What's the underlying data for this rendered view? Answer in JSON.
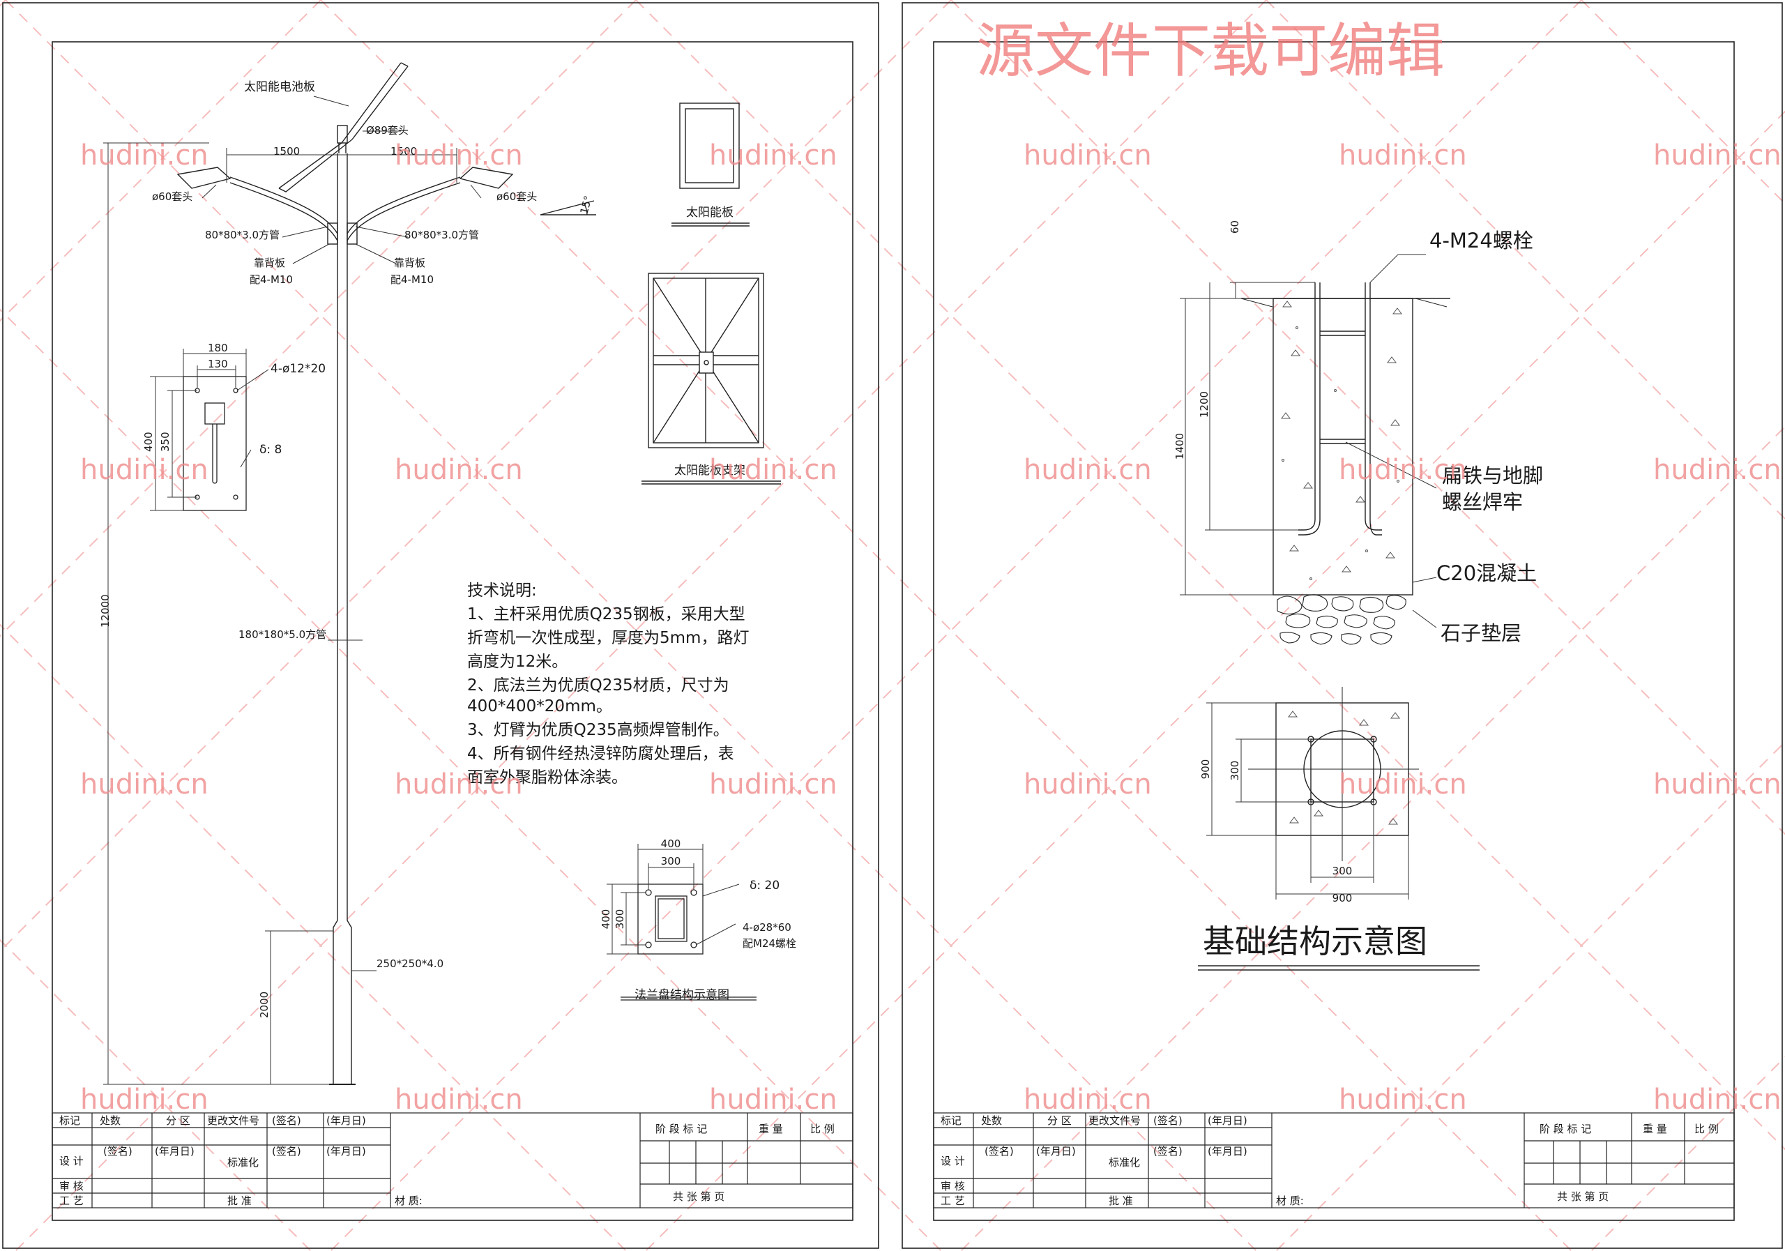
{
  "watermark": {
    "header": "源文件下载可编辑",
    "site": "hudini.cn"
  },
  "left_sheet": {
    "pole": {
      "label_solar_panel": "太阳能电池板",
      "label_top_sleeve": "Ø89套头",
      "dim_arm_left": "1500",
      "dim_arm_right": "1500",
      "label_lamp_sleeve_left": "ø60套头",
      "label_lamp_sleeve_right": "ø60套头",
      "angle": "15°",
      "label_arm_tube_left": "80*80*3.0方管",
      "label_arm_tube_right": "80*80*3.0方管",
      "label_backplate_left": "靠背板",
      "label_bolts_left": "配4-M10",
      "label_backplate_right": "靠背板",
      "label_bolts_right": "配4-M10",
      "dim_total_height": "12000",
      "label_main_tube": "180*180*5.0方管",
      "label_base_tube": "250*250*4.0",
      "dim_base_height": "2000"
    },
    "plate": {
      "dim_w_outer": "180",
      "dim_w_inner": "130",
      "holes": "4-ø12*20",
      "dim_h_outer": "400",
      "dim_h_inner": "350",
      "thickness": "δ: 8"
    },
    "solar_panel_view": {
      "label": "太阳能板"
    },
    "solar_frame_view": {
      "label": "太阳能板支架"
    },
    "tech_notes": {
      "heading": "技术说明:",
      "lines": [
        "1、主杆采用优质Q235钢板，采用大型",
        "折弯机一次性成型，厚度为5mm，路灯",
        "高度为12米。",
        "2、底法兰为优质Q235材质，尺寸为",
        "400*400*20mm。",
        "3、灯臂为优质Q235高频焊管制作。",
        "4、所有钢件经热浸锌防腐处理后，表",
        "面室外聚脂粉体涂装。"
      ]
    },
    "flange": {
      "dim_outer": "400",
      "dim_inner": "300",
      "dim_side_outer": "400",
      "dim_side_inner": "300",
      "thickness": "δ: 20",
      "holes": "4-ø28*60",
      "bolts": "配M24螺栓",
      "caption": "法兰盘结构示意图"
    }
  },
  "right_sheet": {
    "foundation": {
      "label_bolts": "4-M24螺栓",
      "dim_top": "60",
      "dim_bolt_len": "1200",
      "dim_depth": "1400",
      "label_weld_line1": "扁铁与地脚",
      "label_weld_line2": "螺丝焊牢",
      "label_concrete": "C20混凝土",
      "label_gravel": "石子垫层"
    },
    "plan": {
      "dim_outer_v": "900",
      "dim_inner_v": "300",
      "dim_inner_h": "300",
      "dim_outer_h": "900"
    },
    "title": "基础结构示意图"
  },
  "title_block": {
    "mark": "标记",
    "count": "处数",
    "zone": "分 区",
    "change_doc": "更改文件号",
    "signature": "(签名)",
    "date": "(年月日)",
    "stage_mark": "阶 段 标 记",
    "weight": "重 量",
    "scale": "比 例",
    "design": "设 计",
    "standardize": "标准化",
    "review": "审 核",
    "process": "工 艺",
    "approve": "批 准",
    "material": "材 质:",
    "sheets": "共    张    第    页"
  }
}
